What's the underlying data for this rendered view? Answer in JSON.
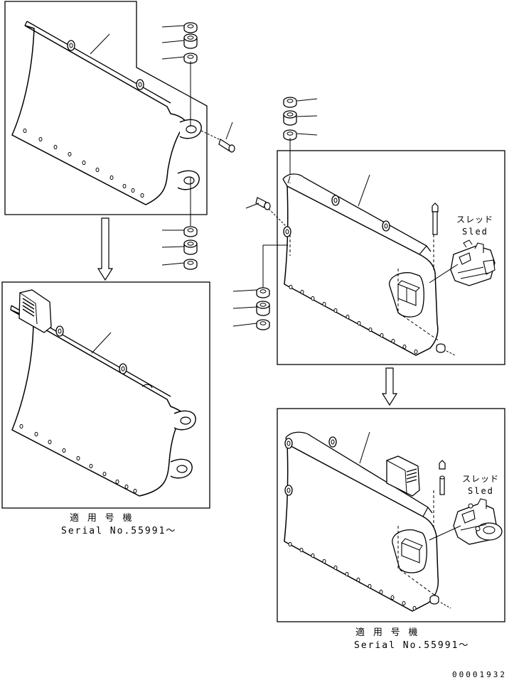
{
  "panels": [
    {
      "id": "top-left",
      "kind": "exploded-assembly"
    },
    {
      "id": "bottom-left",
      "kind": "installed-assembly",
      "note_label": "適 用 号 機",
      "note_serial": "Serial No.55991～"
    },
    {
      "id": "top-right",
      "kind": "exploded-assembly",
      "sled_jp": "スレッド",
      "sled_en": "Sled"
    },
    {
      "id": "bottom-right",
      "kind": "installed-assembly",
      "sled_jp": "スレッド",
      "sled_en": "Sled",
      "note_label": "適 用 号 機",
      "note_serial": "Serial No.55991～"
    }
  ],
  "figure_id": "00001932",
  "icons": [
    "down-arrow-icon",
    "nut-icon",
    "washer-icon",
    "grease-fitting-icon",
    "bolt-icon",
    "light-guard-icon",
    "sled-icon"
  ]
}
